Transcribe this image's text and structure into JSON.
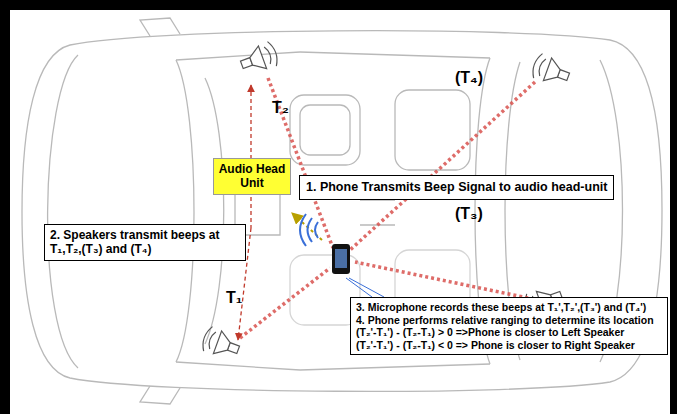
{
  "diagram": {
    "nodes": [
      {
        "text": [
          "Audio Head Unit"
        ]
      },
      {
        "text": [
          "1. Phone Transmits Beep Signal to audio head-unit"
        ]
      },
      {
        "text": [
          "2. Speakers transmit beeps at T₁,T₂,(T₃) and (T₄)"
        ]
      },
      {
        "text": [
          "3. Microphone records these beeps at T₁',T₂',(T₃') and (T₄')",
          "4. Phone performs relative ranging to determine its location",
          "(T₂'-T₁') - (T₂-T₁) > 0 =>Phone is closer to Left Speaker",
          "(T₂'-T₁') - (T₂-T₁) < 0 => Phone is closer to Right Speaker"
        ]
      }
    ],
    "labels": [
      "T₂",
      "(T₄)",
      "T₁",
      "(T₃)"
    ]
  }
}
